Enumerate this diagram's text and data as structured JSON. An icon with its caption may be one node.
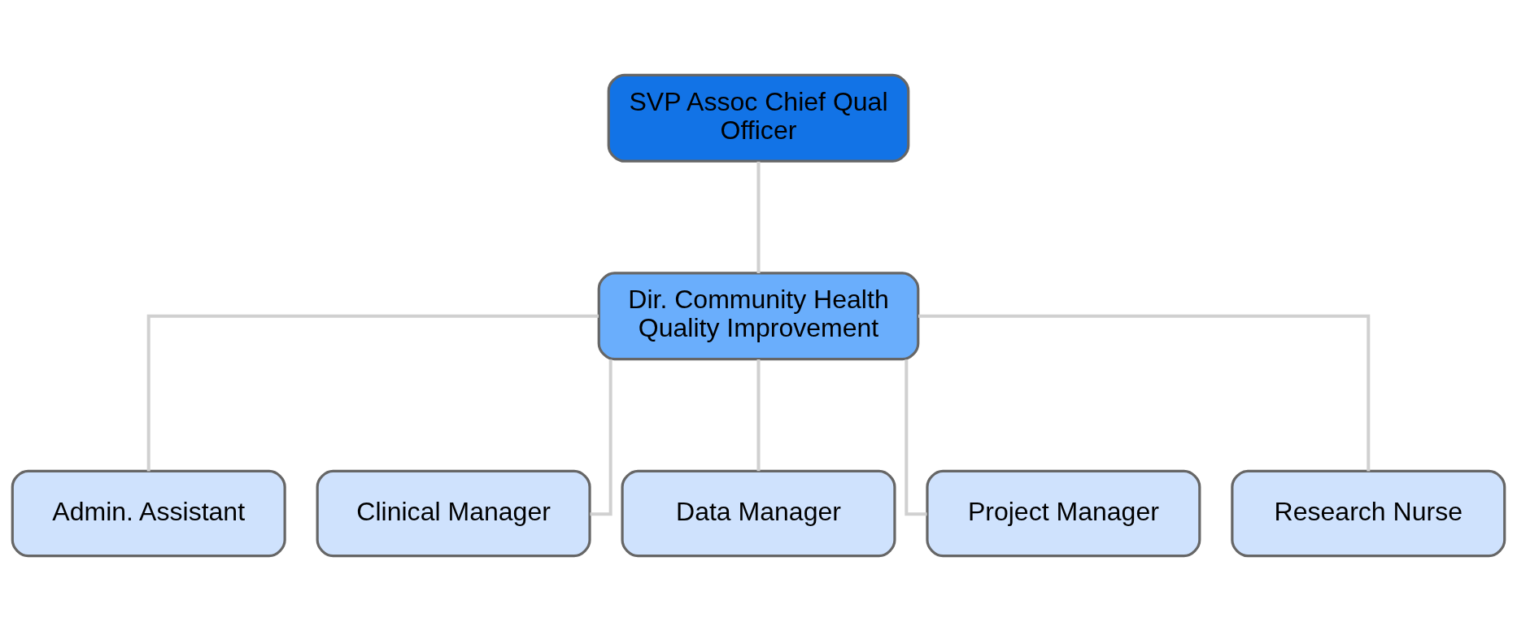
{
  "diagram": {
    "nodes": [
      {
        "text": [
          "SVP Assoc Chief Qual Officer"
        ]
      },
      {
        "text": [
          "Dir. Community Health Quality Improvement"
        ]
      },
      {
        "text": [
          "Admin. Assistant"
        ]
      },
      {
        "text": [
          "Clinical Manager"
        ]
      },
      {
        "text": [
          "Data Manager"
        ]
      },
      {
        "text": [
          "Project Manager"
        ]
      },
      {
        "text": [
          "Research Nurse"
        ]
      }
    ],
    "edges": [
      {
        "from": 0,
        "to": 1,
        "arrow": "none"
      },
      {
        "from": 1,
        "to": 2,
        "arrow": "none"
      },
      {
        "from": 1,
        "to": 3,
        "arrow": "none"
      },
      {
        "from": 1,
        "to": 4,
        "arrow": "none"
      },
      {
        "from": 1,
        "to": 5,
        "arrow": "none"
      },
      {
        "from": 1,
        "to": 6,
        "arrow": "none"
      }
    ]
  }
}
